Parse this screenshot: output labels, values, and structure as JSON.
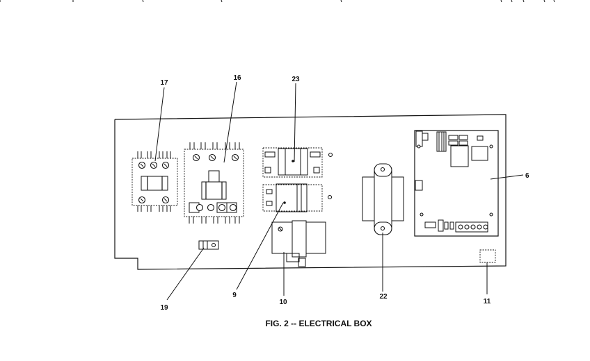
{
  "figure": {
    "caption": "FIG. 2 -- ELECTRICAL BOX",
    "callouts": {
      "c17": "17",
      "c16": "16",
      "c23": "23",
      "c6": "6",
      "c19": "19",
      "c9": "9",
      "c10": "10",
      "c22": "22",
      "c11": "11"
    }
  }
}
